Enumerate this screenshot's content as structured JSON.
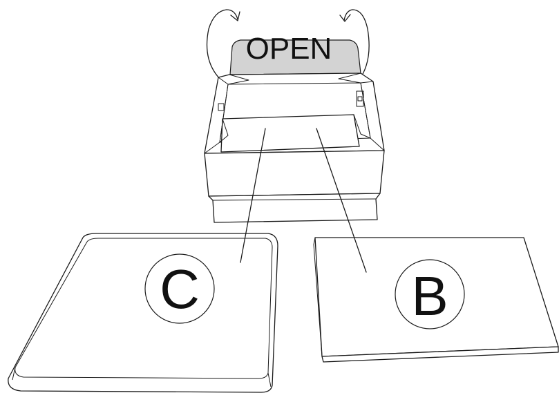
{
  "diagram": {
    "instruction_label": "OPEN",
    "parts": [
      {
        "id": "C",
        "label": "C"
      },
      {
        "id": "B",
        "label": "B"
      }
    ],
    "colors": {
      "line": "#1a1a1a",
      "lid_fill": "#d3d3d3",
      "background": "#ffffff"
    }
  }
}
